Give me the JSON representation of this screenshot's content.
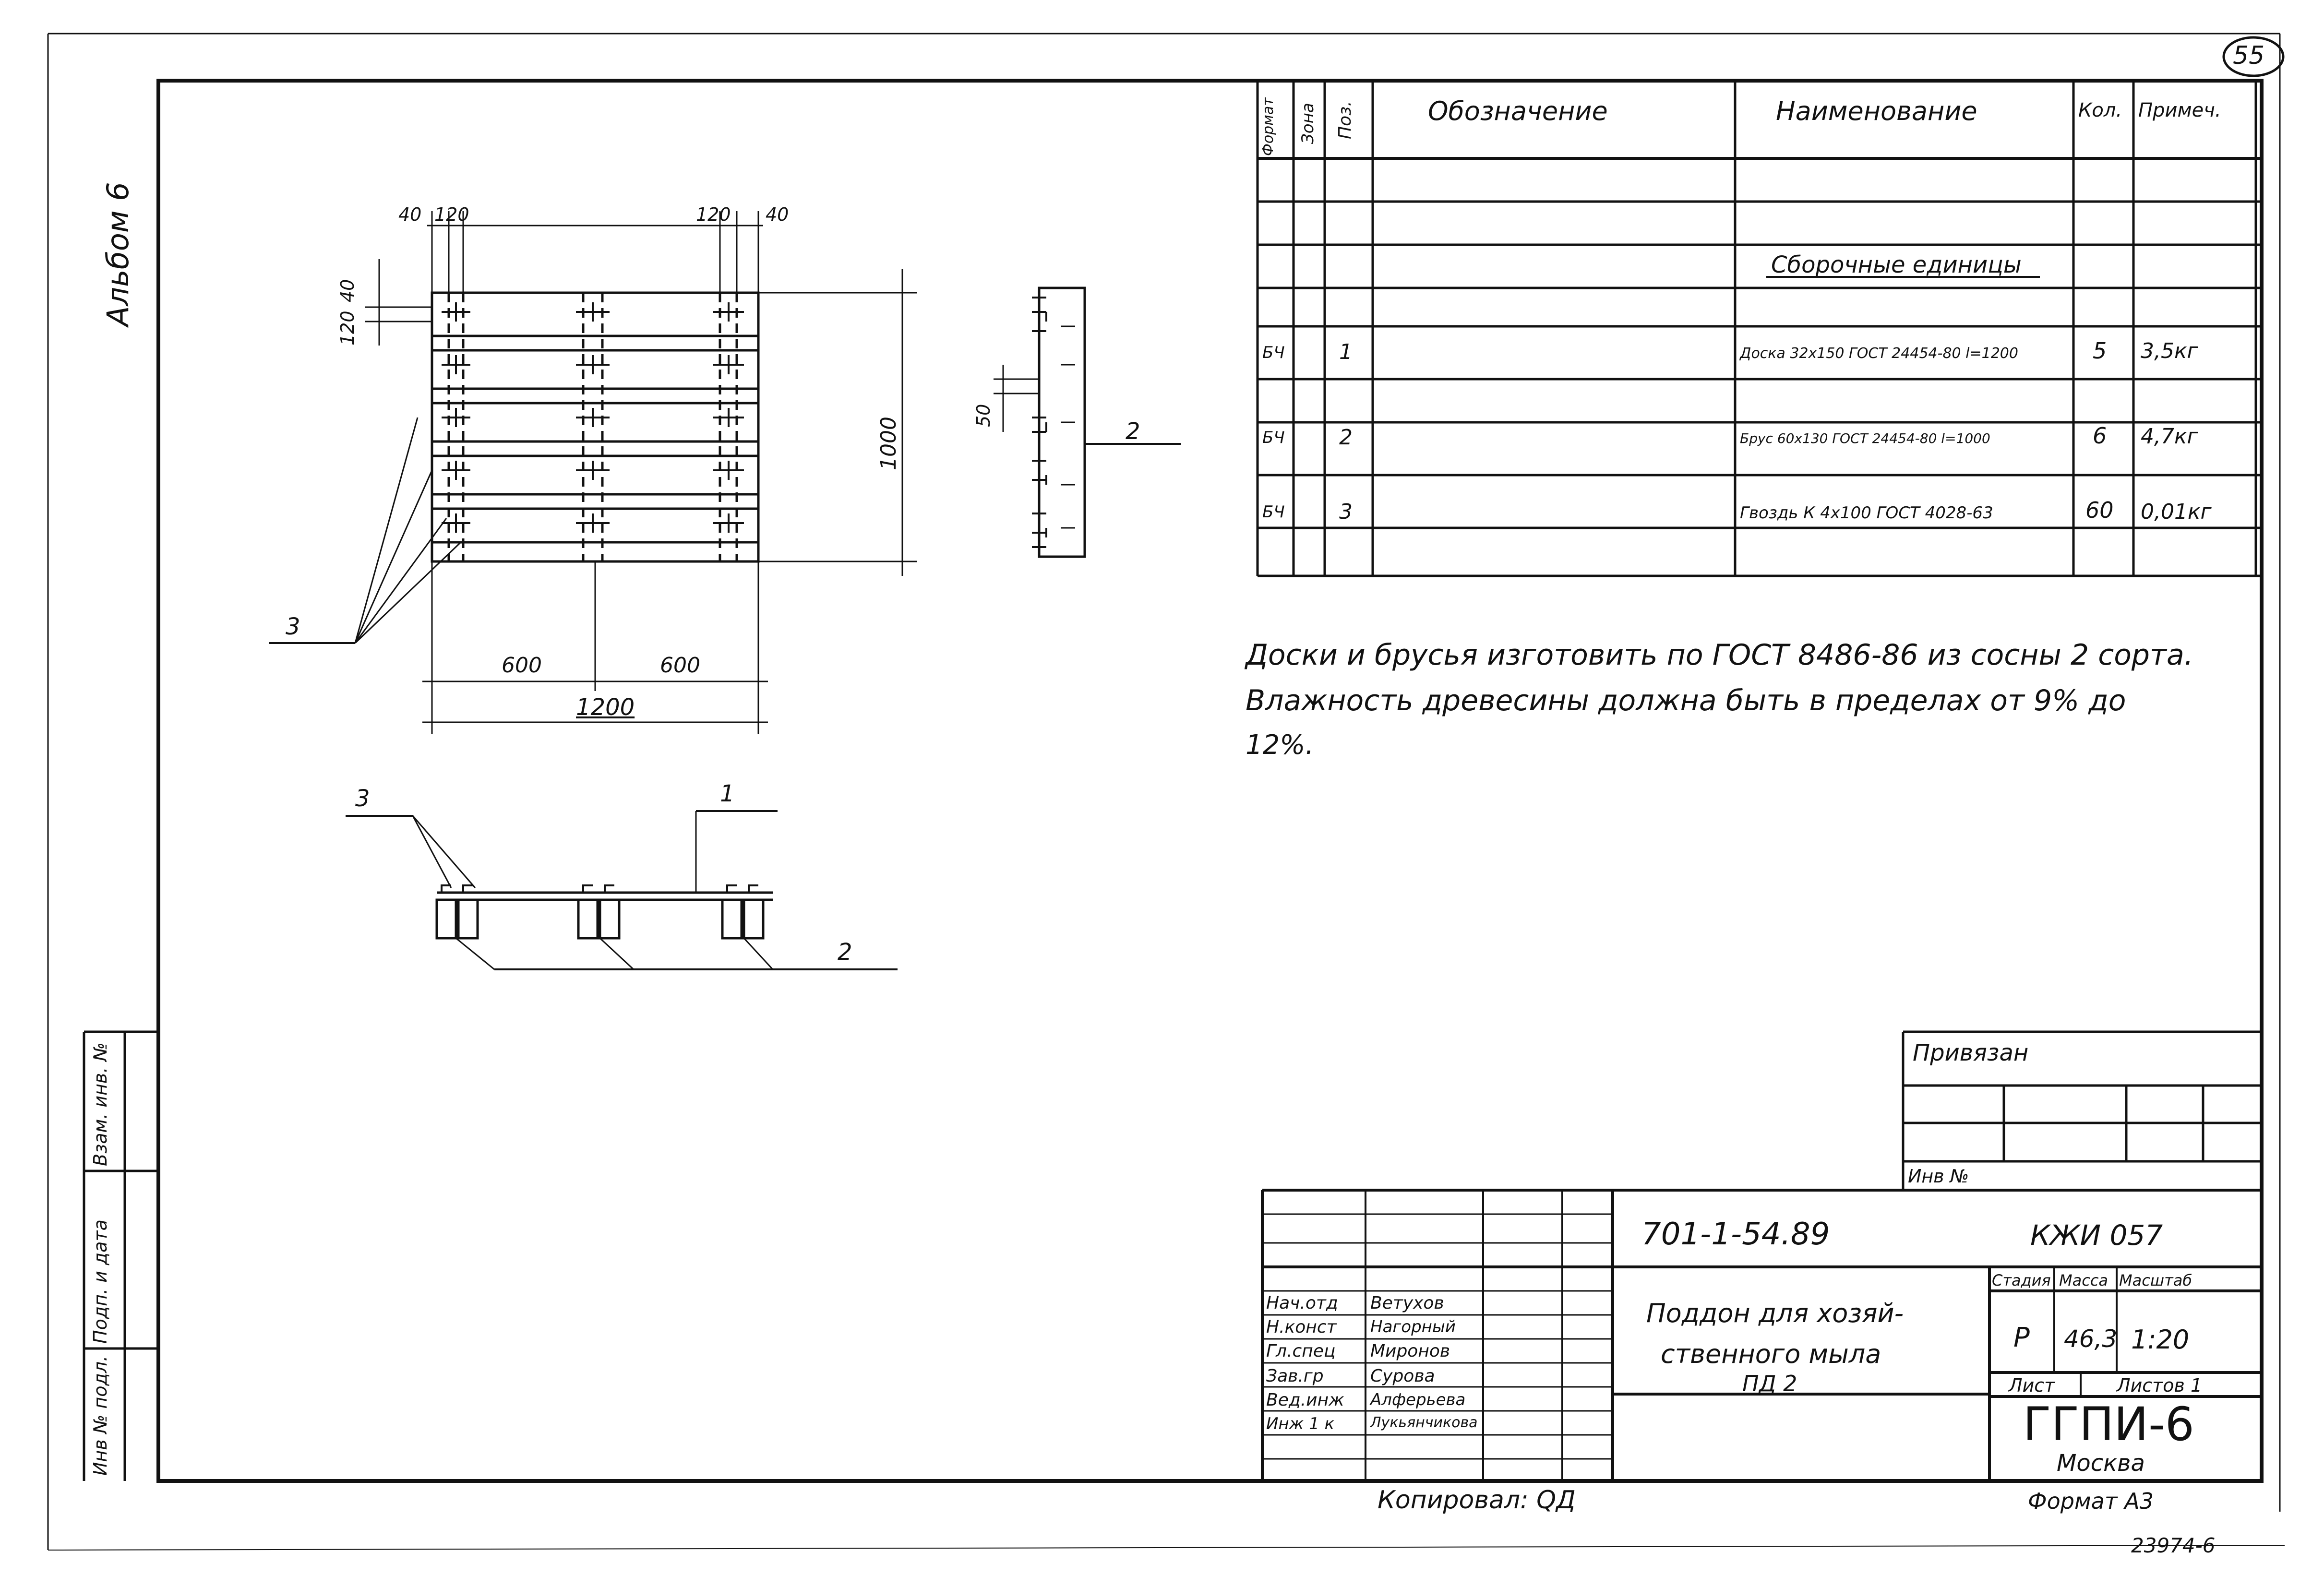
{
  "sheet": {
    "page_number": "55",
    "album": "Альбом 6",
    "copied_by": "Копировал: QД",
    "format": "Формат А3",
    "inventory_stamp": "23974-6"
  },
  "side_stamp": {
    "inv_no_orig": "Инв № подл.",
    "signature_date": "Подп. и дата",
    "replaced_inv": "Взам. инв. №"
  },
  "drawing": {
    "dims_top": [
      "40",
      "120",
      "120",
      "40"
    ],
    "dims_left": [
      "40",
      "120"
    ],
    "dim_1000": "1000",
    "dim_600a": "600",
    "dim_600b": "600",
    "dim_1200": "1200",
    "dim_50": "50",
    "leader_1": "1",
    "leader_2a": "2",
    "leader_2b": "2",
    "leader_3a": "3",
    "leader_3b": "3"
  },
  "spec": {
    "headers": {
      "format": "Формат",
      "zone": "Зона",
      "pos": "Поз.",
      "designation": "Обозначение",
      "name": "Наименование",
      "qty": "Кол.",
      "note": "Примеч."
    },
    "section": "Сборочные единицы",
    "rows": [
      {
        "format": "БЧ",
        "pos": "1",
        "name": "Доска 32х150 ГОСТ 24454-80 l=1200",
        "qty": "5",
        "note": "3,5кг"
      },
      {
        "format": "БЧ",
        "pos": "2",
        "name": "Брус 60х130 ГОСТ 24454-80 l=1000",
        "qty": "6",
        "note": "4,7кг"
      },
      {
        "format": "БЧ",
        "pos": "3",
        "name": "Гвоздь К 4х100 ГОСТ 4028-63",
        "qty": "60",
        "note": "0,01кг"
      }
    ]
  },
  "notes": {
    "line1": "Доски и брусья изготовить по ГОСТ 8486-86 из сосны 2 сорта.",
    "line2": "Влажность древесины должна быть в пределах от 9% до",
    "line3": "12%."
  },
  "binding": {
    "title": "Привязан",
    "inv": "Инв №"
  },
  "title_block": {
    "code": "701-1-54.89",
    "mark": "КЖИ 057",
    "name_line1": "Поддон для хозяй-",
    "name_line2": "ственного мыла",
    "name_line3": "ПД 2",
    "stage_label": "Стадия",
    "mass_label": "Масса",
    "scale_label": "Масштаб",
    "stage": "Р",
    "mass": "46,3",
    "scale": "1:20",
    "sheet_label": "Лист",
    "sheets_label": "Листов 1",
    "org": "ГГПИ-6",
    "city": "Москва",
    "roles": [
      {
        "role": "Нач.отд",
        "name": "Ветухов"
      },
      {
        "role": "Н.конст",
        "name": "Нагорный"
      },
      {
        "role": "Гл.спец",
        "name": "Миронов"
      },
      {
        "role": "Зав.гр",
        "name": "Сурова"
      },
      {
        "role": "Вед.инж",
        "name": "Алферьева"
      },
      {
        "role": "Инж 1 к",
        "name": "Лукьянчикова"
      }
    ]
  }
}
